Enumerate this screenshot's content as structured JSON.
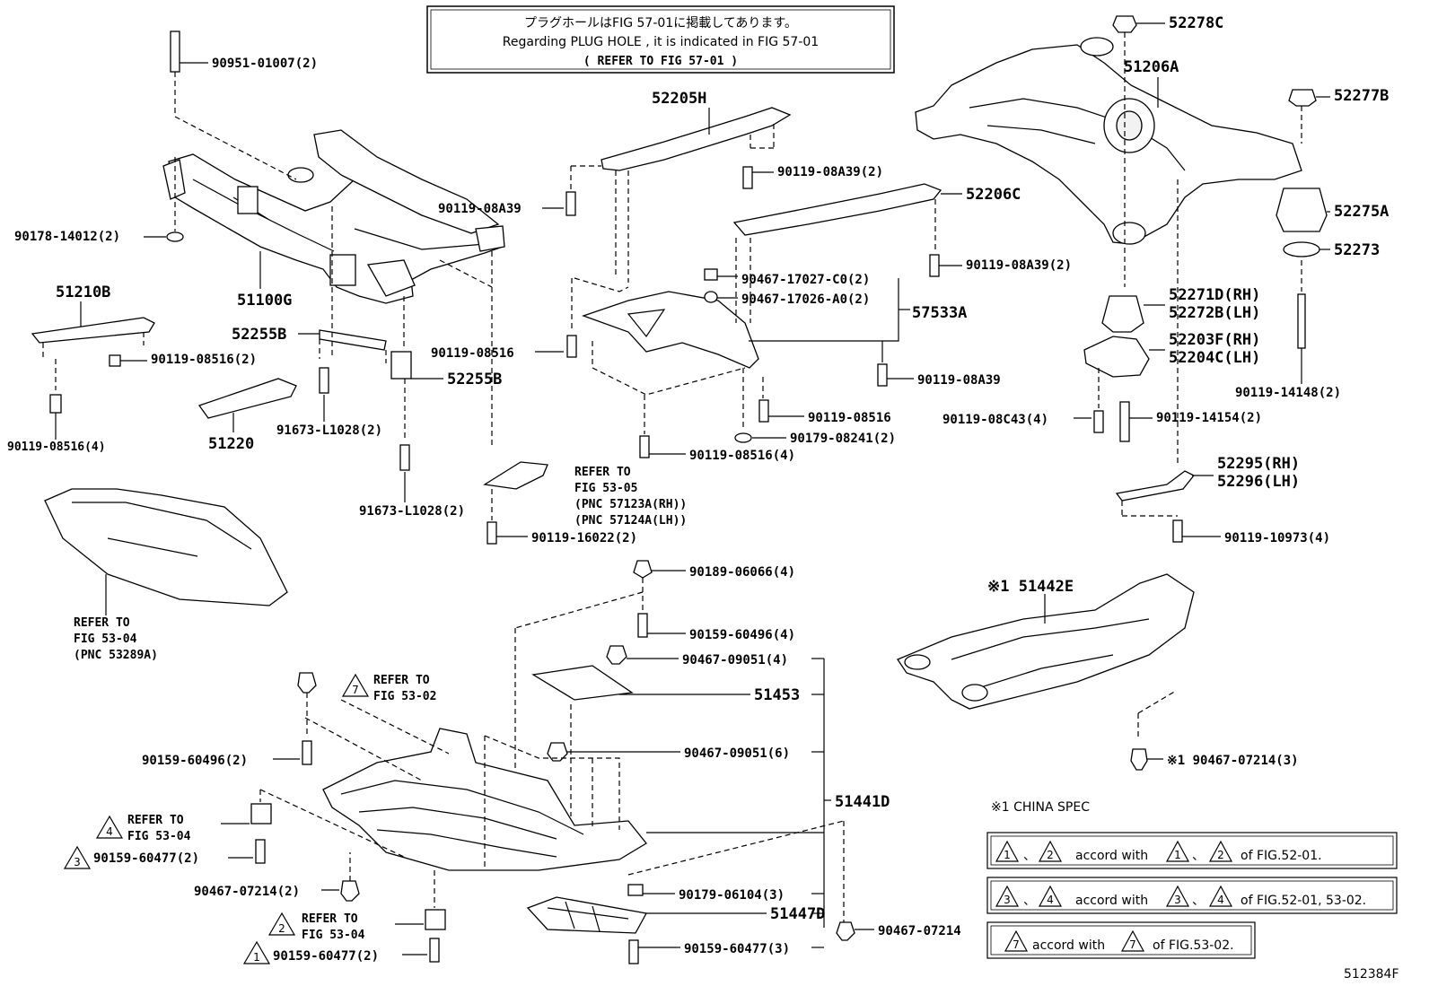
{
  "header_note": {
    "line1": "プラグホールはFIG 57-01に掲載してあります。",
    "line2": "Regarding PLUG HOLE , it is indicated in FIG 57-01",
    "line3": "( REFER TO FIG 57-01 )"
  },
  "labels": {
    "p90951": "90951-01007(2)",
    "p90178": "90178-14012(2)",
    "p51100G": "51100G",
    "p51210B": "51210B",
    "p90119_08516_2": "90119-08516(2)",
    "p90119_08516_4a": "90119-08516(4)",
    "p52255B_a": "52255B",
    "p52255B_b": "52255B",
    "p51220": "51220",
    "p91673_a": "91673-L1028(2)",
    "p91673_b": "91673-L1028(2)",
    "p52205H": "52205H",
    "p90119_08A39_2a": "90119-08A39(2)",
    "p90119_08A39_left": "90119-08A39",
    "p52206C": "52206C",
    "p90119_08A39_2b": "90119-08A39(2)",
    "p90467_17027": "90467-17027-C0(2)",
    "p90467_17026": "90467-17026-A0(2)",
    "p57533A": "57533A",
    "p90119_08516_mid": "90119-08516",
    "p90119_08A39_mid": "90119-08A39",
    "p90119_08516_r": "90119-08516",
    "p90179_08241": "90179-08241(2)",
    "p90119_08516_4b": "90119-08516(4)",
    "ref_53_05_a": "REFER TO",
    "ref_53_05_b": "FIG 53-05",
    "ref_53_05_c": "(PNC 57123A(RH))",
    "ref_53_05_d": "(PNC 57124A(LH))",
    "p90119_16022": "90119-16022(2)",
    "ref_53_04_a": "REFER TO",
    "ref_53_04_b": "FIG 53-04",
    "ref_53_04_c": "(PNC 53289A)",
    "p52278C": "52278C",
    "p51206A": "51206A",
    "p52277B": "52277B",
    "p52275A": "52275A",
    "p52273": "52273",
    "p52271D": "52271D(RH)",
    "p52272B": "52272B(LH)",
    "p52203F": "52203F(RH)",
    "p52204C": "52204C(LH)",
    "p90119_14148": "90119-14148(2)",
    "p90119_08C43": "90119-08C43(4)",
    "p90119_14154": "90119-14154(2)",
    "p52295": "52295(RH)",
    "p52296": "52296(LH)",
    "p90119_10973": "90119-10973(4)",
    "p90189": "90189-06066(4)",
    "p90159_60496_4": "90159-60496(4)",
    "p90467_09051_4": "90467-09051(4)",
    "p51453": "51453",
    "p90467_09051_6": "90467-09051(6)",
    "p51441D": "51441D",
    "p90179_06104": "90179-06104(3)",
    "p51447D": "51447D",
    "p90159_60477_3": "90159-60477(3)",
    "p90467_07214_r": "90467-07214",
    "ref7_a": "REFER TO",
    "ref7_b": "FIG 53-02",
    "p90159_60496_2": "90159-60496(2)",
    "ref4_a": "REFER TO",
    "ref4_b": "FIG 53-04",
    "p90159_60477_2a": "90159-60477(2)",
    "p90467_07214_2": "90467-07214(2)",
    "ref2_a": "REFER TO",
    "ref2_b": "FIG 53-04",
    "p90159_60477_2b": "90159-60477(2)",
    "p51442E": "※1 51442E",
    "p90467_07214_3": "※1 90467-07214(3)",
    "china_spec": "※1 CHINA SPEC",
    "accord1_mid": "accord with",
    "accord1_end": "of FIG.52-01.",
    "accord2_mid": "accord with",
    "accord2_end": "of FIG.52-01, 53-02.",
    "accord3_mid": "accord with",
    "accord3_end": "of FIG.53-02.",
    "tri1": "1",
    "tri2": "2",
    "tri3": "3",
    "tri4": "4",
    "tri7": "7",
    "sep": "、",
    "figure_id": "512384F"
  }
}
